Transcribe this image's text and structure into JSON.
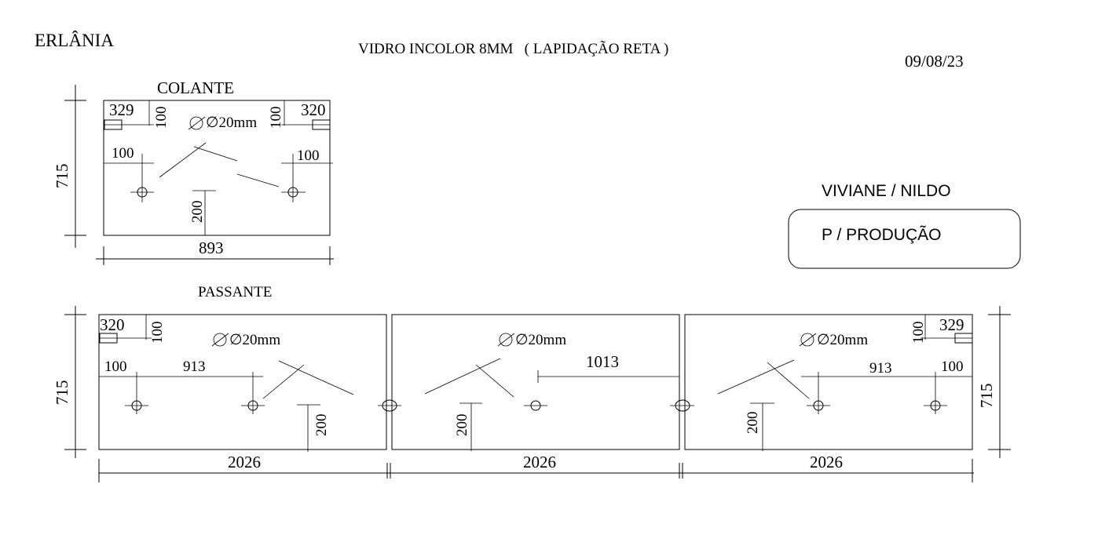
{
  "header": {
    "client": "ERLÂNIA",
    "material": "VIDRO INCOLOR 8MM   ( LAPIDAÇÃO RETA )",
    "date": "09/08/23"
  },
  "customer": {
    "names": "VIVIANE / NILDO",
    "status": "P / PRODUÇÃO"
  },
  "colante": {
    "title": "COLANTE",
    "width": "893",
    "height": "715",
    "hinge_left": "329",
    "hinge_right": "320",
    "hinge_left_offset": "100",
    "hinge_right_offset": "100",
    "hole_diameter": "∅20mm",
    "hole_left_edge": "100",
    "hole_right_edge": "100",
    "hole_height": "200"
  },
  "passante": {
    "title": "PASSANTE",
    "height_left": "715",
    "height_right": "715",
    "panel1": {
      "width": "2026",
      "hinge": "320",
      "hinge_offset": "100",
      "hole_diameter": "∅20mm",
      "hole_edge": "100",
      "hole_spacing": "913",
      "hole_height": "200"
    },
    "panel2": {
      "width": "2026",
      "hole_diameter": "∅20mm",
      "hole_position": "1013",
      "hole_height": "200"
    },
    "panel3": {
      "width": "2026",
      "hinge": "329",
      "hinge_offset": "100",
      "hole_diameter": "∅20mm",
      "hole_spacing": "913",
      "hole_edge": "100",
      "hole_height": "200"
    }
  }
}
